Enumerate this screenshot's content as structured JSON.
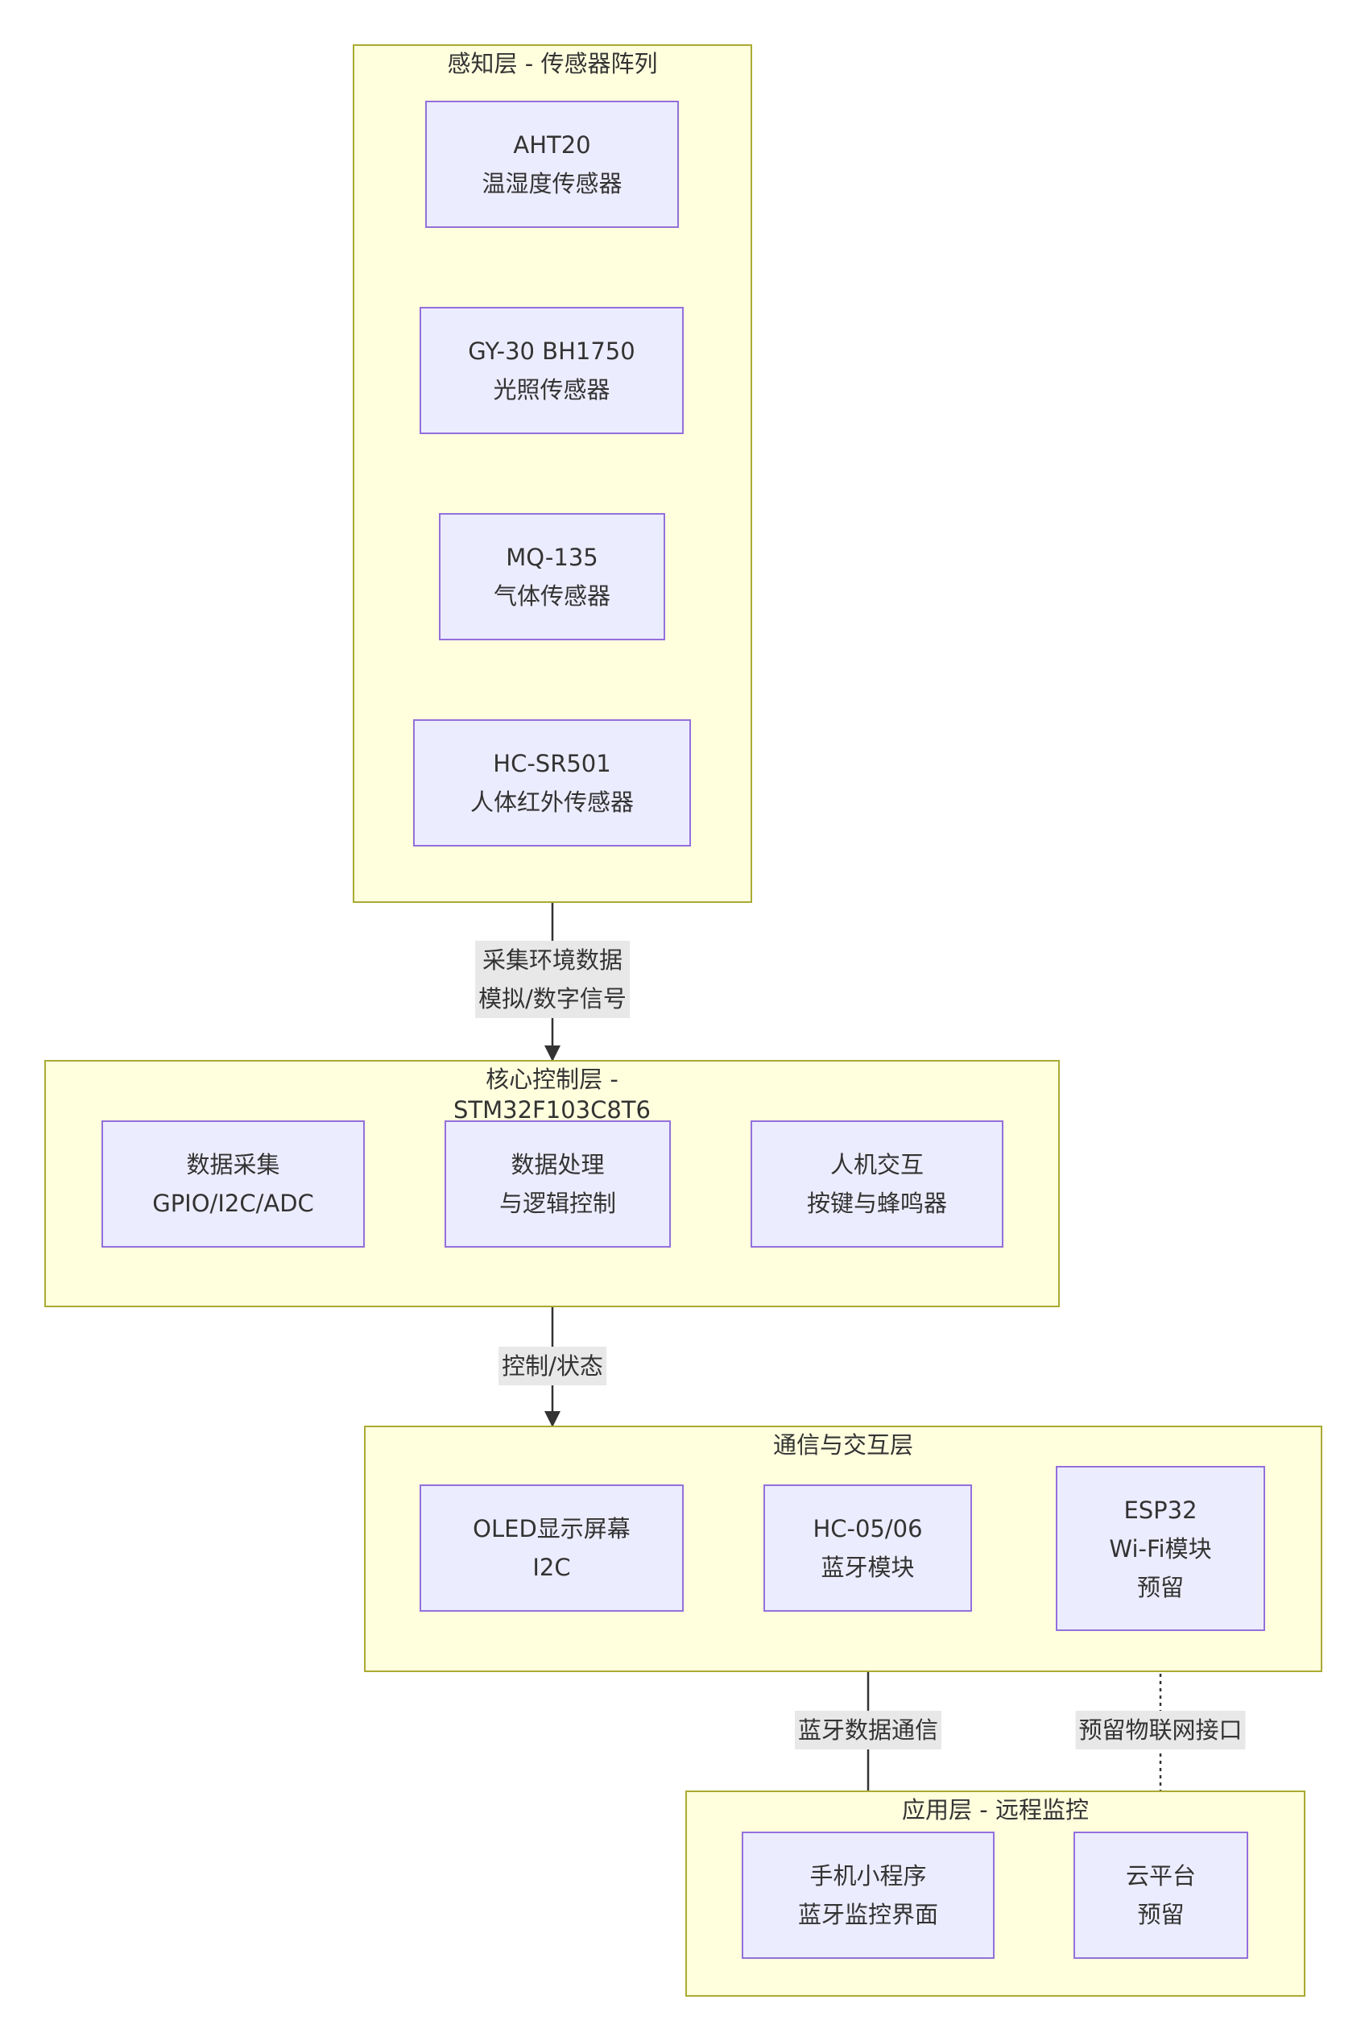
{
  "layers": {
    "sensing": {
      "title": "感知层 - 传感器阵列",
      "aht20": [
        "AHT20",
        "温湿度传感器"
      ],
      "gy30": [
        "GY-30 BH1750",
        "光照传感器"
      ],
      "mq135": [
        "MQ-135",
        "气体传感器"
      ],
      "hcsr501": [
        "HC-SR501",
        "人体红外传感器"
      ]
    },
    "core": {
      "title_line1": "核心控制层 -",
      "title_line2": "STM32F103C8T6",
      "acquire": [
        "数据采集",
        "GPIO/I2C/ADC"
      ],
      "process": [
        "数据处理",
        "与逻辑控制"
      ],
      "hmi": [
        "人机交互",
        "按键与蜂鸣器"
      ]
    },
    "comm": {
      "title": "通信与交互层",
      "oled": [
        "OLED显示屏幕",
        "I2C"
      ],
      "bt": [
        "HC-05/06",
        "蓝牙模块"
      ],
      "esp32": [
        "ESP32",
        "Wi-Fi模块",
        "预留"
      ]
    },
    "app": {
      "title": "应用层 - 远程监控",
      "miniprogram": [
        "手机小程序",
        "蓝牙监控界面"
      ],
      "cloud": [
        "云平台",
        "预留"
      ]
    }
  },
  "edges": {
    "sense_to_core": [
      "采集环境数据",
      "模拟/数字信号"
    ],
    "core_to_comm": "控制/状态",
    "bt_to_app": "蓝牙数据通信",
    "esp_to_cloud": "预留物联网接口"
  },
  "colors": {
    "cluster_fill": "#ffffde",
    "cluster_border": "#aaaa33",
    "node_fill": "#ececff",
    "node_border": "#9370db",
    "edge": "#333333",
    "edge_label_bg": "#e8e8e8"
  }
}
